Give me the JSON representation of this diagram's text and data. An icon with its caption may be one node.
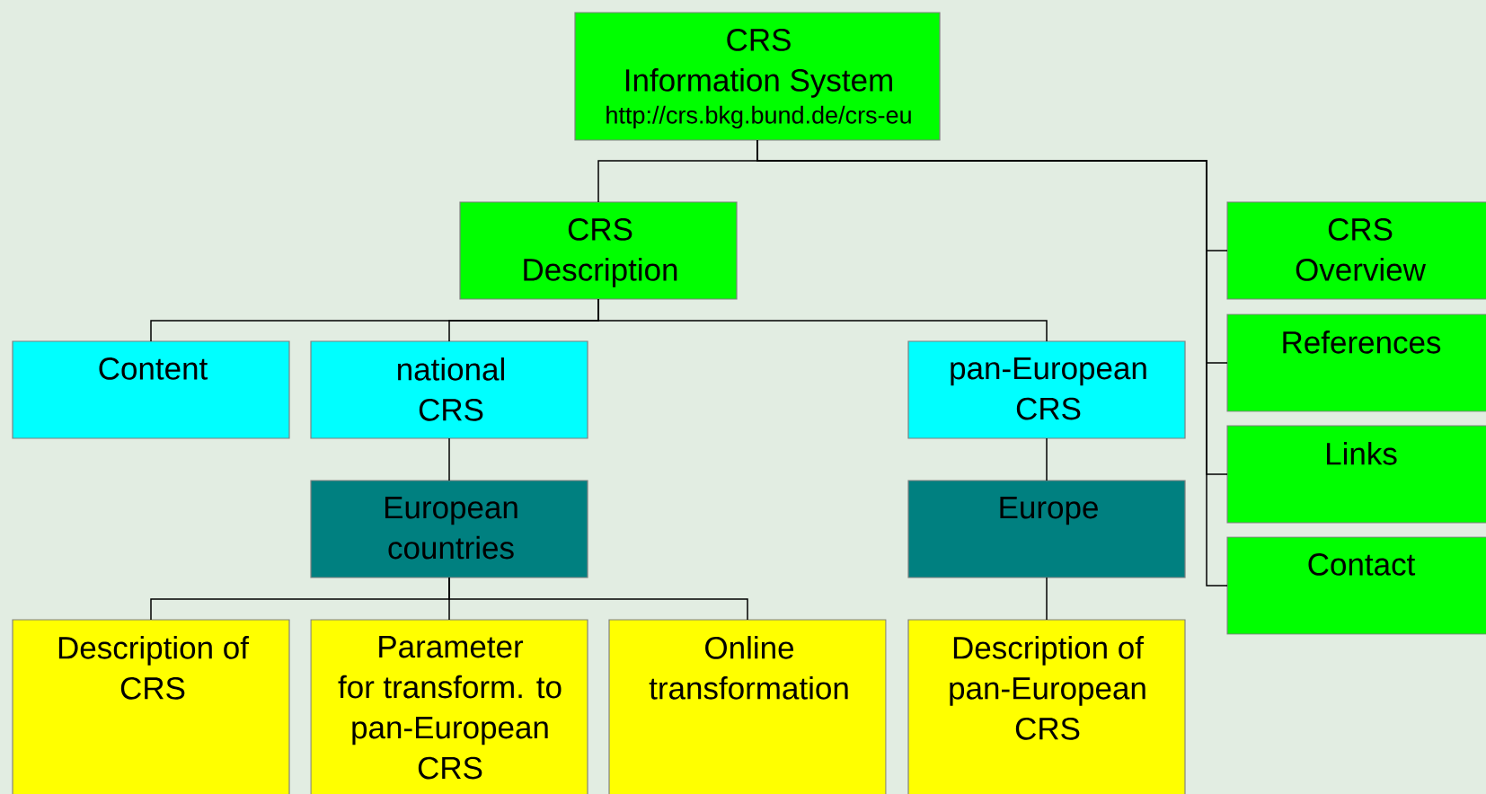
{
  "diagram": {
    "nodes": [
      {
        "text": [
          "CRS Information System",
          "http://crs.bkg.bund.de/crs-eu"
        ]
      },
      {
        "text": [
          "CRS Description"
        ]
      },
      {
        "text": [
          "CRS Overview"
        ]
      },
      {
        "text": [
          "References"
        ]
      },
      {
        "text": [
          "Links"
        ]
      },
      {
        "text": [
          "Contact"
        ]
      },
      {
        "text": [
          "Content"
        ]
      },
      {
        "text": [
          "national CRS"
        ]
      },
      {
        "text": [
          "pan-European CRS"
        ]
      },
      {
        "text": [
          "European countries"
        ]
      },
      {
        "text": [
          "Europe"
        ]
      },
      {
        "text": [
          "Description of CRS"
        ]
      },
      {
        "text": [
          "Parameter for transform. to pan-European CRS"
        ]
      },
      {
        "text": [
          "Online transformation"
        ]
      },
      {
        "text": [
          "Description of pan-European CRS"
        ]
      }
    ],
    "edges": [
      {
        "from": 0,
        "to": 1,
        "arrow": "none"
      },
      {
        "from": 0,
        "to": 2,
        "arrow": "none"
      },
      {
        "from": 0,
        "to": 3,
        "arrow": "none"
      },
      {
        "from": 0,
        "to": 4,
        "arrow": "none"
      },
      {
        "from": 0,
        "to": 5,
        "arrow": "none"
      },
      {
        "from": 1,
        "to": 6,
        "arrow": "none"
      },
      {
        "from": 1,
        "to": 7,
        "arrow": "none"
      },
      {
        "from": 1,
        "to": 8,
        "arrow": "none"
      },
      {
        "from": 7,
        "to": 9,
        "arrow": "none"
      },
      {
        "from": 8,
        "to": 10,
        "arrow": "none"
      },
      {
        "from": 9,
        "to": 11,
        "arrow": "none"
      },
      {
        "from": 9,
        "to": 12,
        "arrow": "none"
      },
      {
        "from": 9,
        "to": 13,
        "arrow": "none"
      },
      {
        "from": 10,
        "to": 14,
        "arrow": "none"
      }
    ]
  }
}
